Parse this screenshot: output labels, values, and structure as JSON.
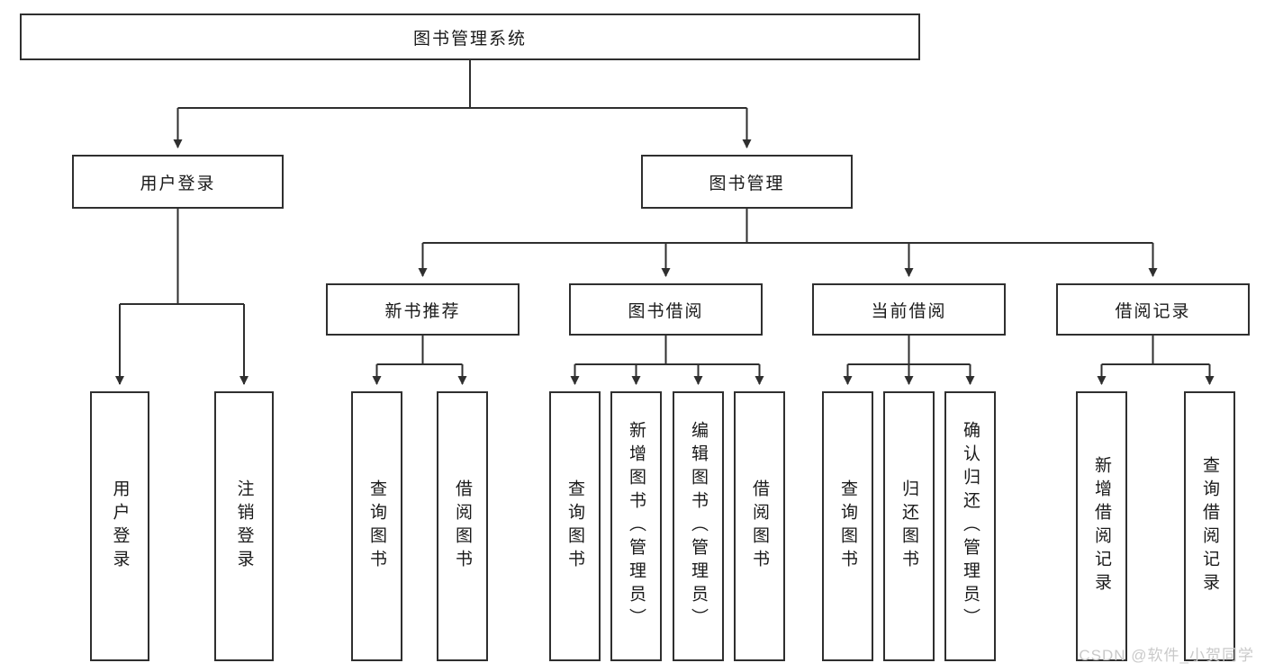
{
  "diagram": {
    "root": "图书管理系统",
    "level2": [
      "用户登录",
      "图书管理"
    ],
    "level3": [
      "新书推荐",
      "图书借阅",
      "当前借阅",
      "借阅记录"
    ],
    "leaves": {
      "user_login": [
        "用户登录",
        "注销登录"
      ],
      "new_book_recommend": [
        "查询图书",
        "借阅图书"
      ],
      "book_borrow": [
        "查询图书",
        "新增图书（管理员）",
        "编辑图书（管理员）",
        "借阅图书"
      ],
      "current_borrow": [
        "查询图书",
        "归还图书",
        "确认归还（管理员）"
      ],
      "borrow_records": [
        "新增借阅记录",
        "查询借阅记录"
      ]
    },
    "line_color": "#2f2f2f"
  },
  "watermark": "CSDN @软件_小贺同学"
}
